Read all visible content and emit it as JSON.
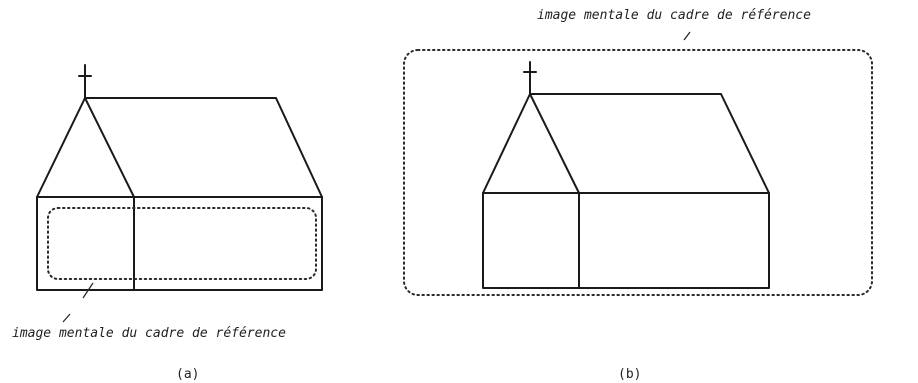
{
  "figure_a": {
    "annotation": "image mentale du cadre de référence",
    "label": "(a)"
  },
  "figure_b": {
    "annotation": "image mentale du cadre de référence",
    "label": "(b)"
  }
}
